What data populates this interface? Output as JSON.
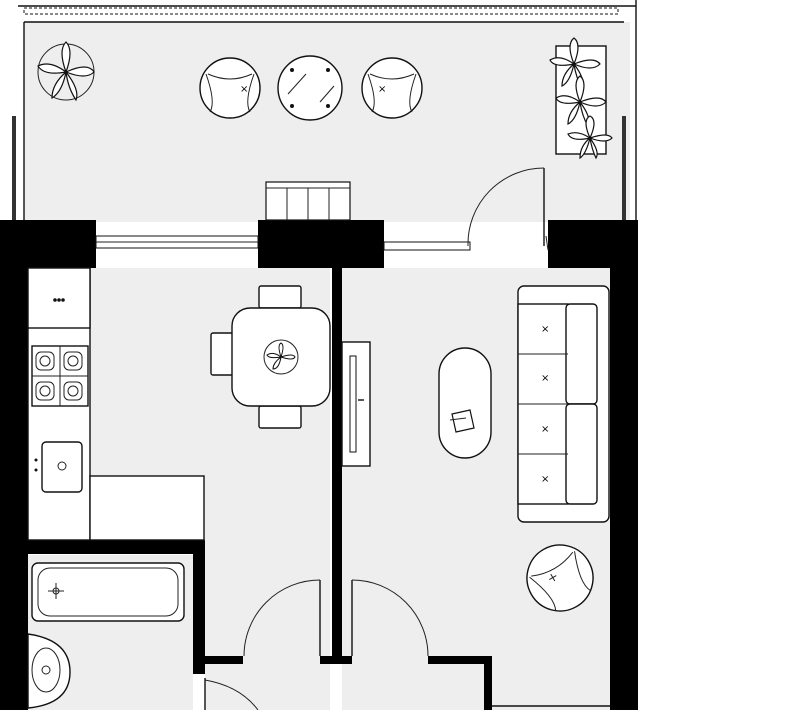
{
  "plan": {
    "rooms": [
      "balcony",
      "kitchen",
      "living-room",
      "bathroom",
      "hallway"
    ]
  },
  "colors": {
    "wall": "#000000",
    "floor": "#eeeeef",
    "furniture": "#ffffff",
    "line": "#111111"
  },
  "icons": [
    "plant-icon",
    "chair-icon",
    "round-table-icon",
    "sofa-icon",
    "armchair-icon",
    "stove-icon",
    "sink-icon",
    "bathtub-icon",
    "tv-unit-icon",
    "door-swing-icon"
  ]
}
